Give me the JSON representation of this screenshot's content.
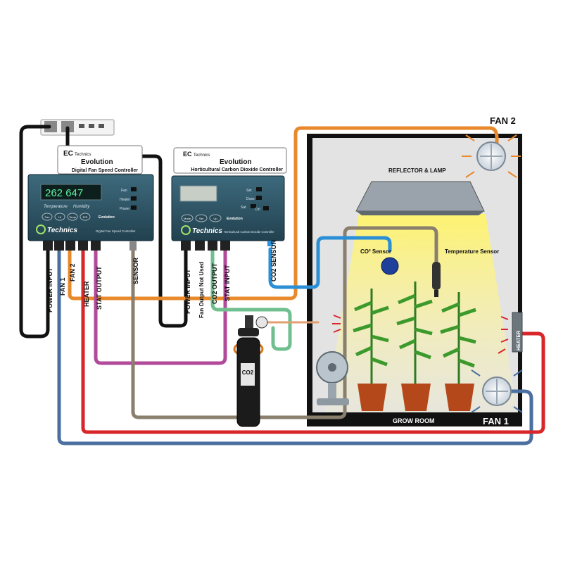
{
  "brand": {
    "name": "Technics",
    "logo": "EC"
  },
  "controller1": {
    "series": "Evolution",
    "title": "Digital Fan Speed Controller",
    "display": "262  647",
    "readout_left": "Temperature",
    "readout_right": "Humidity",
    "indicators": [
      "Fan",
      "Heater",
      "Power"
    ],
    "buttons": [
      "Fan",
      "Hi",
      "Temp",
      "R/S",
      "Evolution"
    ],
    "footer": "Digital Fan Speed Controller",
    "ports": [
      "POWER INPUT",
      "FAN 1",
      "FAN 2",
      "HEATER",
      "STAT OUTPUT",
      "SENSOR"
    ]
  },
  "controller2": {
    "series": "Evolution",
    "title": "Horticultural Carbon Dioxide Controller",
    "indicators": [
      "Set",
      "Dose",
      "Sat",
      "Ctrl"
    ],
    "buttons": [
      "Mode",
      "Set",
      "Up",
      "Evolution"
    ],
    "footer": "Horticultural Carbon Dioxide Controller",
    "ports": [
      "POWER INPUT",
      "Fan Output Not Used",
      "CO2 OUTPUT",
      "STAT INPUT",
      "CO2 SENSOR"
    ]
  },
  "room": {
    "fan2": "FAN 2",
    "fan1": "FAN 1",
    "lamp": "REFLECTOR & LAMP",
    "co2_sensor": "CO² Sensor",
    "temp_sensor": "Temperature Sensor",
    "heater": "HEATER",
    "grow_room": "GROW ROOM",
    "cylinder": "CO2"
  },
  "colors": {
    "orange": "#e8892c",
    "blue_cable": "#4a6fa0",
    "red": "#d8262b",
    "magenta": "#b24a9a",
    "taupe": "#8a7f6d",
    "cyan": "#2b8fd6",
    "green": "#6fbf8f",
    "black": "#111111",
    "panel": "#2f5566"
  }
}
